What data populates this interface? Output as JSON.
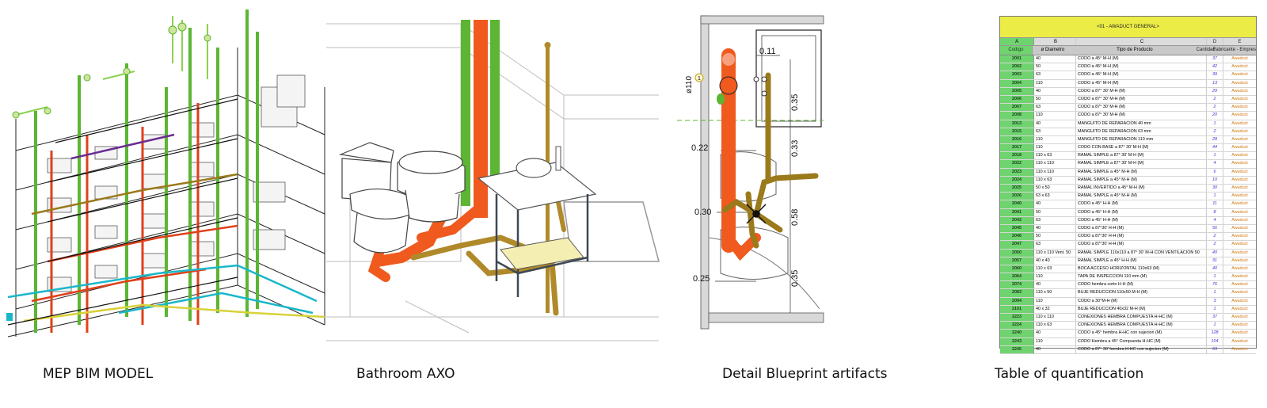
{
  "captions": {
    "mep": "MEP BIM MODEL",
    "axo": "Bathroom AXO",
    "detail": "Detail Blueprint artifacts",
    "table": "Table of quantification"
  },
  "blueprint": {
    "dims": {
      "d011": "0.11",
      "d035a": "0.35",
      "d022": "0.22",
      "d033": "0.33",
      "d030": "0.30",
      "d058": "0.58",
      "d025": "0.25",
      "d035b": "0.35",
      "pipe": "ø110"
    },
    "tag": "1"
  },
  "table": {
    "title": "<01 - AWADUCT GENERAL>",
    "col_letters": [
      "A",
      "B",
      "C",
      "D",
      "E"
    ],
    "headers": [
      "Codigo",
      "ø Diametro",
      "Tipo de Producto",
      "Cantidad",
      "Fabricante - Empres"
    ],
    "rows": [
      [
        "2001",
        "40",
        "CODO a 45° M-H (M)",
        "37",
        "Awaduct"
      ],
      [
        "2002",
        "50",
        "CODO a 45° M-H (M)",
        "42",
        "Awaduct"
      ],
      [
        "2003",
        "63",
        "CODO a 45° M-H (M)",
        "39",
        "Awaduct"
      ],
      [
        "2004",
        "110",
        "CODO a 45° M-H (M)",
        "13",
        "Awaduct"
      ],
      [
        "2005",
        "40",
        "CODO a 87° 30' M-H (M)",
        "29",
        "Awaduct"
      ],
      [
        "2006",
        "50",
        "CODO a 87° 30' M-H (M)",
        "2",
        "Awaduct"
      ],
      [
        "2007",
        "63",
        "CODO a 87° 30' M-H (M)",
        "2",
        "Awaduct"
      ],
      [
        "2008",
        "110",
        "CODO a 87° 30' M-H (M)",
        "20",
        "Awaduct"
      ],
      [
        "2013",
        "40",
        "MANGUITO DE REPARACION 40 mm",
        "1",
        "Awaduct"
      ],
      [
        "2015",
        "63",
        "MANGUITO DE REPARACION 63 mm",
        "2",
        "Awaduct"
      ],
      [
        "2016",
        "110",
        "MANGUITO DE REPARACION 110 mm",
        "28",
        "Awaduct"
      ],
      [
        "2017",
        "110",
        "CODO CON BASE a 87° 30' M-H (M)",
        "44",
        "Awaduct"
      ],
      [
        "2018",
        "110 x 63",
        "RAMAL SIMPLE a 87° 30' M-H (M)",
        "1",
        "Awaduct"
      ],
      [
        "2022",
        "110 x 110",
        "RAMAL SIMPLE a 87° 30' M-H (M)",
        "4",
        "Awaduct"
      ],
      [
        "2023",
        "110 x 110",
        "RAMAL SIMPLE a 45° M-H (M)",
        "6",
        "Awaduct"
      ],
      [
        "2024",
        "110 x 63",
        "RAMAL SIMPLE a 45° M-H (M)",
        "10",
        "Awaduct"
      ],
      [
        "2025",
        "50 x 50",
        "RAMAL INVERTIDO a 45° M-H (M)",
        "30",
        "Awaduct"
      ],
      [
        "2026",
        "63 x 63",
        "RAMAL SIMPLE a 45° M-H (M)",
        "1",
        "Awaduct"
      ],
      [
        "2040",
        "40",
        "CODO a 45° H-H (M)",
        "11",
        "Awaduct"
      ],
      [
        "2041",
        "50",
        "CODO a 45° H-H (M)",
        "8",
        "Awaduct"
      ],
      [
        "2042",
        "63",
        "CODO a 45° H-H (M)",
        "4",
        "Awaduct"
      ],
      [
        "2045",
        "40",
        "CODO a 87°30' H-H (M)",
        "56",
        "Awaduct"
      ],
      [
        "2046",
        "50",
        "CODO a 87°30' H-H (M)",
        "2",
        "Awaduct"
      ],
      [
        "2047",
        "63",
        "CODO a 87°30' H-H (M)",
        "2",
        "Awaduct"
      ],
      [
        "2050",
        "110 x 110 Vent. 50",
        "RAMAL SIMPLE 110x110 a 87° 30' M-H CON VENTILACION 50",
        "40",
        "Awaduct"
      ],
      [
        "2057",
        "40 x 40",
        "RAMAL SIMPLE a 45° H-H (M)",
        "31",
        "Awaduct"
      ],
      [
        "2060",
        "110 x 63",
        "BOCA ACCESO HORIZONTAL 110x63 (M)",
        "40",
        "Awaduct"
      ],
      [
        "2064",
        "110",
        "TAPA DE INSPECCION 110 mm (M)",
        "1",
        "Awaduct"
      ],
      [
        "2074",
        "40",
        "CODO hembra corto H-H (M)",
        "76",
        "Awaduct"
      ],
      [
        "2083",
        "110 x 50",
        "BUJE REDUCCION 110x50 M-H (M)",
        "1",
        "Awaduct"
      ],
      [
        "2094",
        "110",
        "CODO a 30°M-H (M)",
        "3",
        "Awaduct"
      ],
      [
        "2101",
        "40 x 32",
        "BUJE REDUCCION 40x32 M-H (M)",
        "1",
        "Awaduct"
      ],
      [
        "2223",
        "110 x 110",
        "CONEXIONES HEMBRA COMPUESTA H-HC (M)",
        "37",
        "Awaduct"
      ],
      [
        "2224",
        "110 x 63",
        "CONEXIONES HEMBRA COMPUESTA H-HC (M)",
        "1",
        "Awaduct"
      ],
      [
        "2240",
        "40",
        "CODO a 45° hembra H-HC con sujecion (M)",
        "128",
        "Awaduct"
      ],
      [
        "2243",
        "110",
        "CODO Hembra a 45° Compuesta H-HC (M)",
        "104",
        "Awaduct"
      ],
      [
        "2245",
        "40",
        "CODO a 87° 30' hembra H-HC con sujecion (M)",
        "63",
        "Awaduct"
      ]
    ]
  },
  "colors": {
    "green_pipe": "#5cb533",
    "orange_pipe": "#f05a1e",
    "brown_pipe": "#9b7a1c",
    "cyan_pipe": "#1ab7c9",
    "table_title_bg": "#ecec46",
    "code_col_bg": "#6fd46f"
  }
}
